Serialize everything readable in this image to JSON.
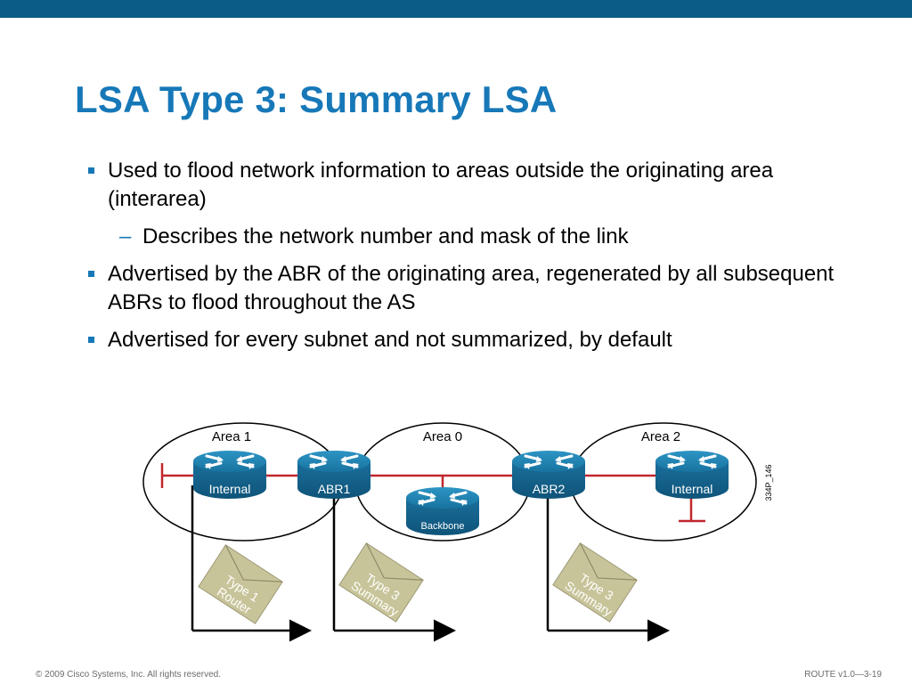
{
  "slide": {
    "title": "LSA Type 3: Summary LSA",
    "bullets": [
      {
        "level": 1,
        "text": "Used to flood network information to areas outside the originating area (interarea)"
      },
      {
        "level": 2,
        "text": "Describes the network number and mask of the link"
      },
      {
        "level": 1,
        "text": "Advertised by the ABR of the originating area, regenerated by all subsequent ABRs to flood throughout the AS"
      },
      {
        "level": 1,
        "text": "Advertised for every subnet and not summarized, by default"
      }
    ]
  },
  "diagram": {
    "areas": [
      "Area 1",
      "Area 0",
      "Area 2"
    ],
    "routers": [
      "Internal",
      "ABR1",
      "Backbone",
      "ABR2",
      "Internal"
    ],
    "lsa_cards": [
      {
        "line1": "Type 1",
        "line2": "Router"
      },
      {
        "line1": "Type 3",
        "line2": "Summary"
      },
      {
        "line1": "Type 3",
        "line2": "Summary"
      }
    ],
    "figure_id": "334P_146"
  },
  "footer": {
    "copyright": "© 2009 Cisco Systems, Inc. All rights reserved.",
    "course": "ROUTE v1.0—3-19"
  },
  "colors": {
    "banner": "#0b5c86",
    "title": "#1778b8",
    "router": "#1a78a6",
    "link": "#c0272d",
    "card": "#c8c49a"
  }
}
